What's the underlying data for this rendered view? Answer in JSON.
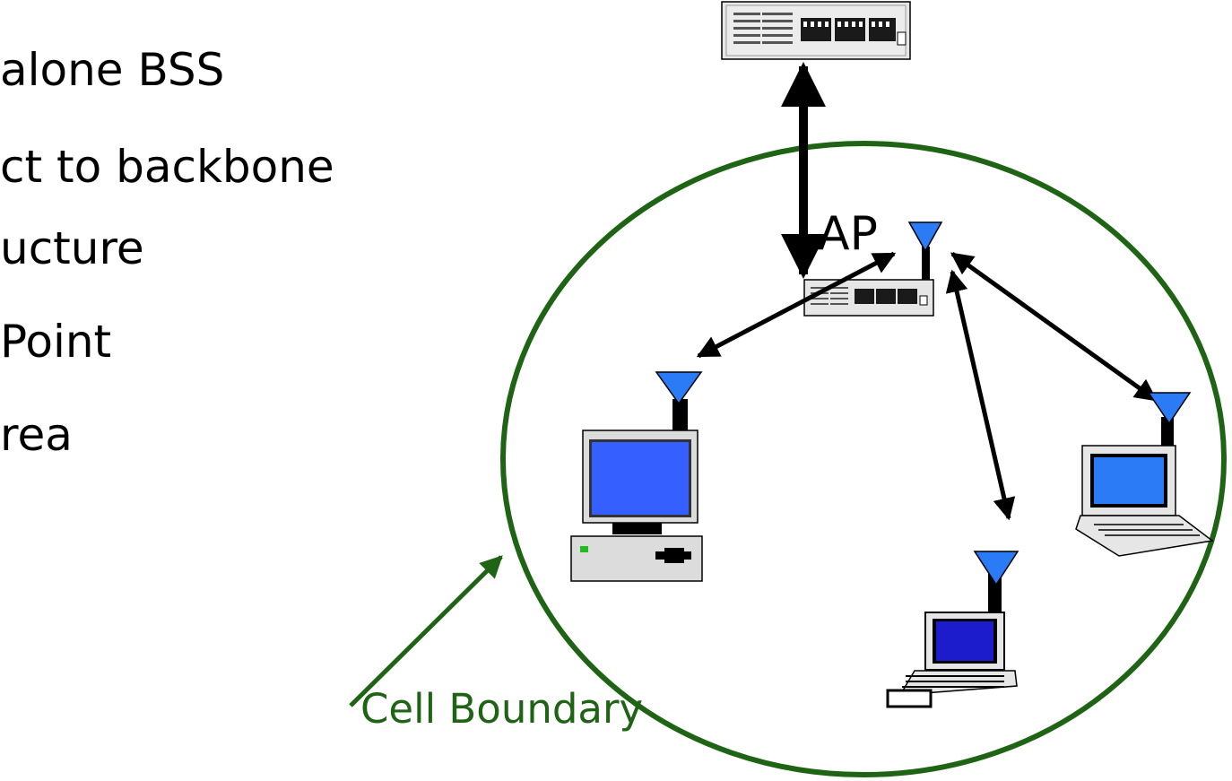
{
  "slide": {
    "bullets": [
      "alone BSS",
      "ct to backbone",
      "ucture",
      "Point",
      "rea"
    ]
  },
  "diagram": {
    "ap_label": "AP",
    "cell_label": "Cell Boundary"
  },
  "colors": {
    "text": "#000000",
    "cell_boundary": "#1e6414",
    "cell_label": "#1e6414",
    "antenna": "#2a7bf5",
    "screen_blue": "#3560ff",
    "screen_dark_blue": "#1c1ccc",
    "arrow": "#000000"
  },
  "icons": {
    "backbone_switch": "network-switch-icon",
    "access_point": "access-point-icon",
    "desktop": "desktop-computer-icon",
    "laptop": "laptop-icon",
    "antenna": "antenna-icon"
  }
}
